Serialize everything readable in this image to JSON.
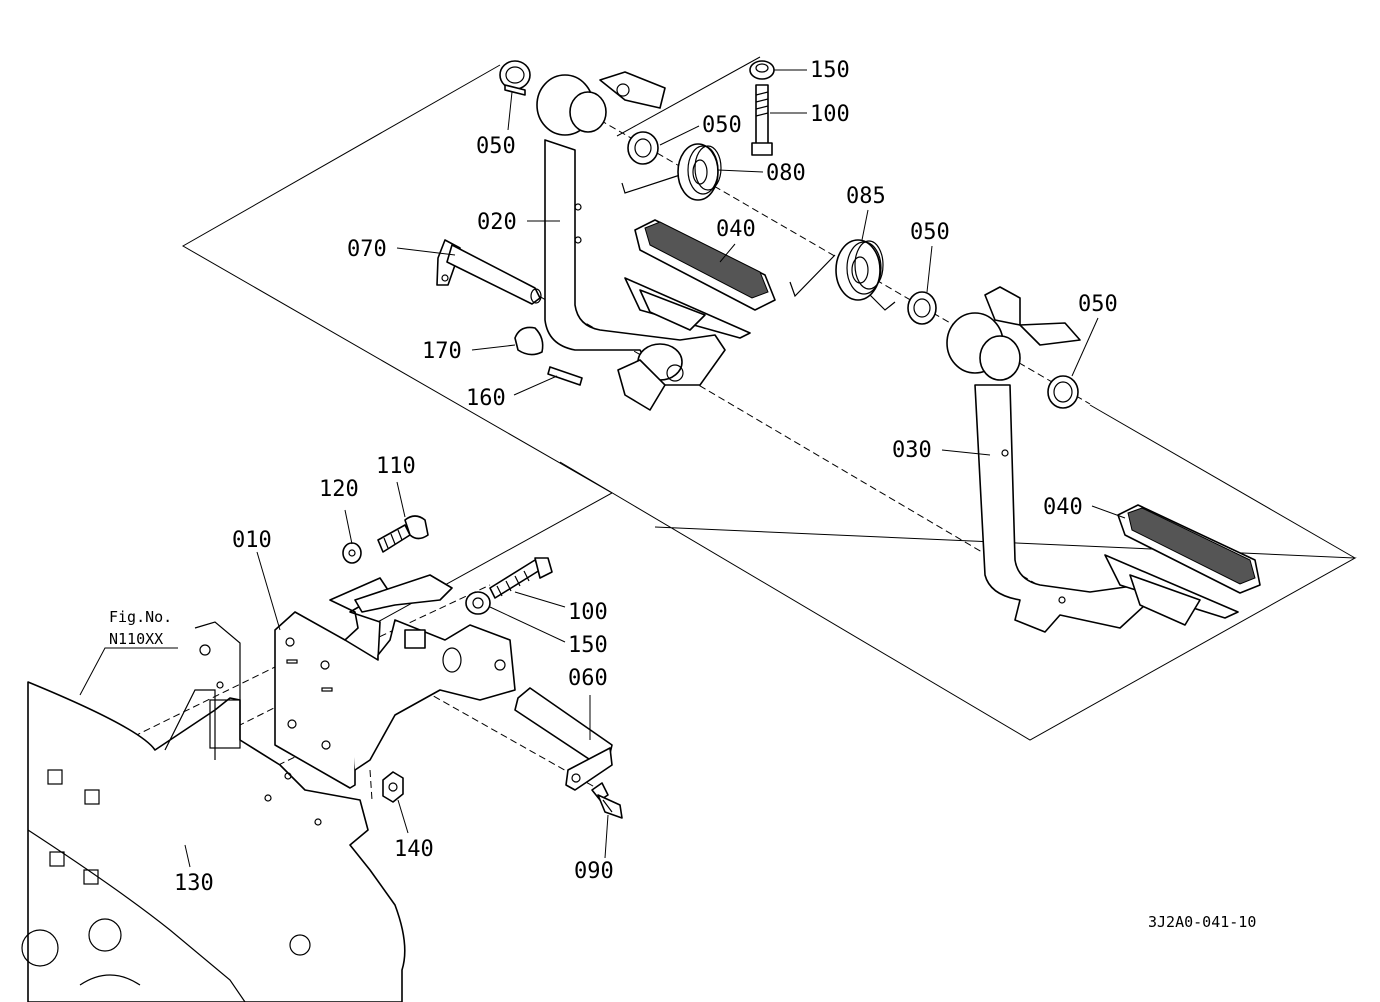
{
  "callouts": {
    "c150_top": "150",
    "c100_top": "100",
    "c050_a": "050",
    "c050_b": "050",
    "c080": "080",
    "c085": "085",
    "c050_c": "050",
    "c050_d": "050",
    "c020": "020",
    "c040_a": "040",
    "c070": "070",
    "c170": "170",
    "c160": "160",
    "c030": "030",
    "c040_b": "040",
    "c110": "110",
    "c120": "120",
    "c010": "010",
    "c100_bot": "100",
    "c150_bot": "150",
    "c060": "060",
    "c140": "140",
    "c090": "090",
    "c130": "130"
  },
  "figref": {
    "line1": "Fig.No.",
    "line2": "N110XX"
  },
  "drawing_code": "3J2A0-041-10"
}
